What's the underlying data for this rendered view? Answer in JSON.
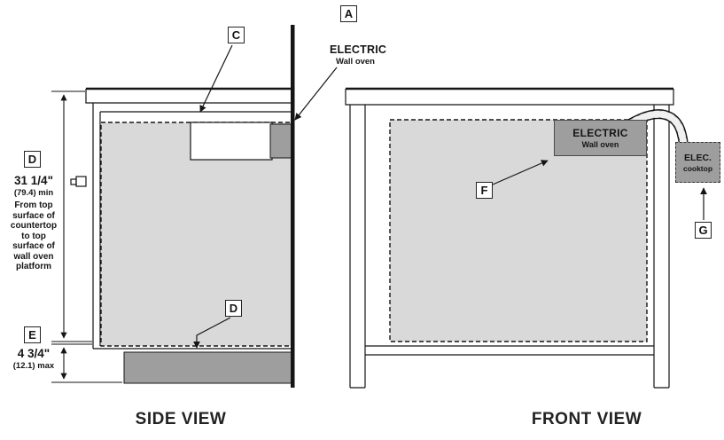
{
  "colors": {
    "cavity_fill": "#d9d9d9",
    "component_fill": "#9e9e9e",
    "line": "#151515",
    "background": "#ffffff"
  },
  "labels": {
    "a": "A",
    "c": "C",
    "d_side": "D",
    "d_platform": "D",
    "e": "E",
    "f": "F",
    "g": "G"
  },
  "side_view": {
    "title": "SIDE VIEW",
    "callout_electric": {
      "line1": "ELECTRIC",
      "line2": "Wall oven"
    },
    "dim_d": {
      "value": "31 1/4\"",
      "note": "(79.4) min",
      "description": "From top\nsurface of\ncountertop\nto top\nsurface of\nwall oven\nplatform"
    },
    "dim_e": {
      "value": "4 3/4\"",
      "note": "(12.1) max"
    }
  },
  "front_view": {
    "title": "FRONT VIEW",
    "oven_box": {
      "line1": "ELECTRIC",
      "line2": "Wall oven"
    },
    "cooktop_box": {
      "line1": "ELEC.",
      "line2": "cooktop"
    }
  }
}
